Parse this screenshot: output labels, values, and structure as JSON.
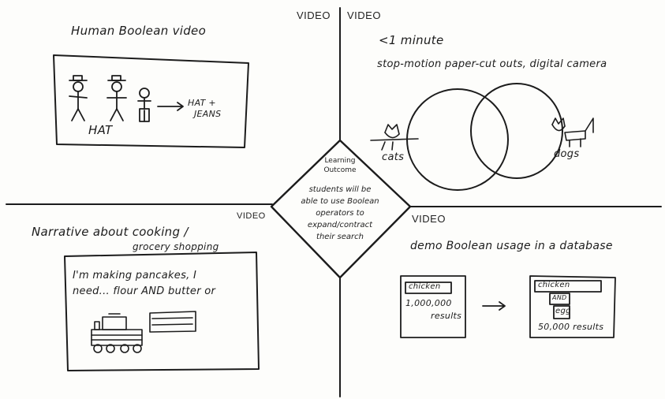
{
  "center": {
    "heading_line1": "Learning",
    "heading_line2": "Outcome",
    "line1": "students will be",
    "line2": "able to use Boolean",
    "line3": "operators to",
    "line4": "expand/contract",
    "line5": "their search"
  },
  "video_labels": {
    "top_left": "VIDEO",
    "top_right": "VIDEO",
    "bottom_left": "VIDEO",
    "bottom_right": "VIDEO"
  },
  "q_top_left": {
    "title": "Human Boolean video",
    "hat_label": "HAT",
    "result_line1": "HAT +",
    "result_line2": "JEANS"
  },
  "q_top_right": {
    "duration": "<1 minute",
    "subtitle": "stop-motion paper-cut outs, digital camera",
    "left_label": "cats",
    "right_label": "dogs"
  },
  "q_bottom_left": {
    "title_line1": "Narrative about cooking /",
    "title_line2": "grocery shopping",
    "note_line1": "I'm making pancakes, I",
    "note_line2": "need... flour AND butter or"
  },
  "q_bottom_right": {
    "title": "demo Boolean usage in a database",
    "left_search": "chicken",
    "left_results_line1": "1,000,000",
    "left_results_line2": "results",
    "right_search": "chicken",
    "right_and": "AND",
    "right_term": "egg",
    "right_results": "50,000 results"
  },
  "colors": {
    "ink": "#1c1c1c",
    "paper": "#fdfdfb"
  }
}
